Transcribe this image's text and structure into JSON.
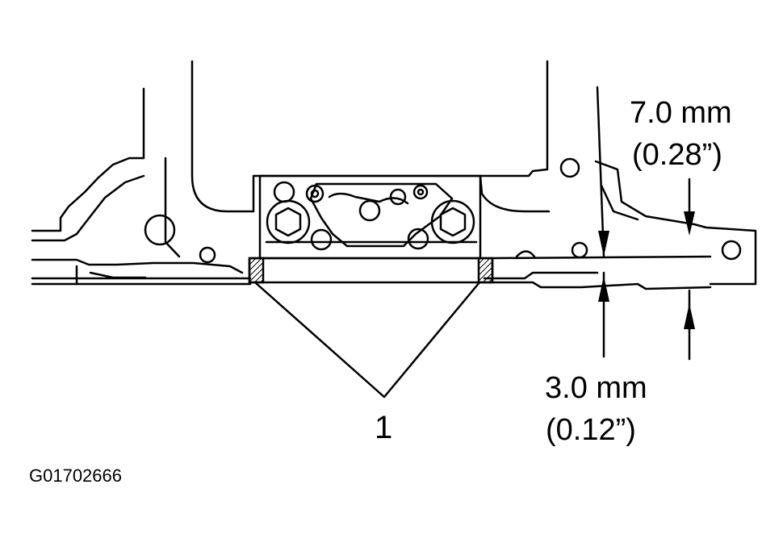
{
  "diagram": {
    "dimension_upper": {
      "metric": "7.0 mm",
      "imperial": "(0.28”)"
    },
    "dimension_lower": {
      "metric": "3.0 mm",
      "imperial": "(0.12”)"
    },
    "callout_number": "1",
    "figure_id": "G01702666"
  },
  "colors": {
    "ink": "#000000",
    "background": "#ffffff"
  }
}
